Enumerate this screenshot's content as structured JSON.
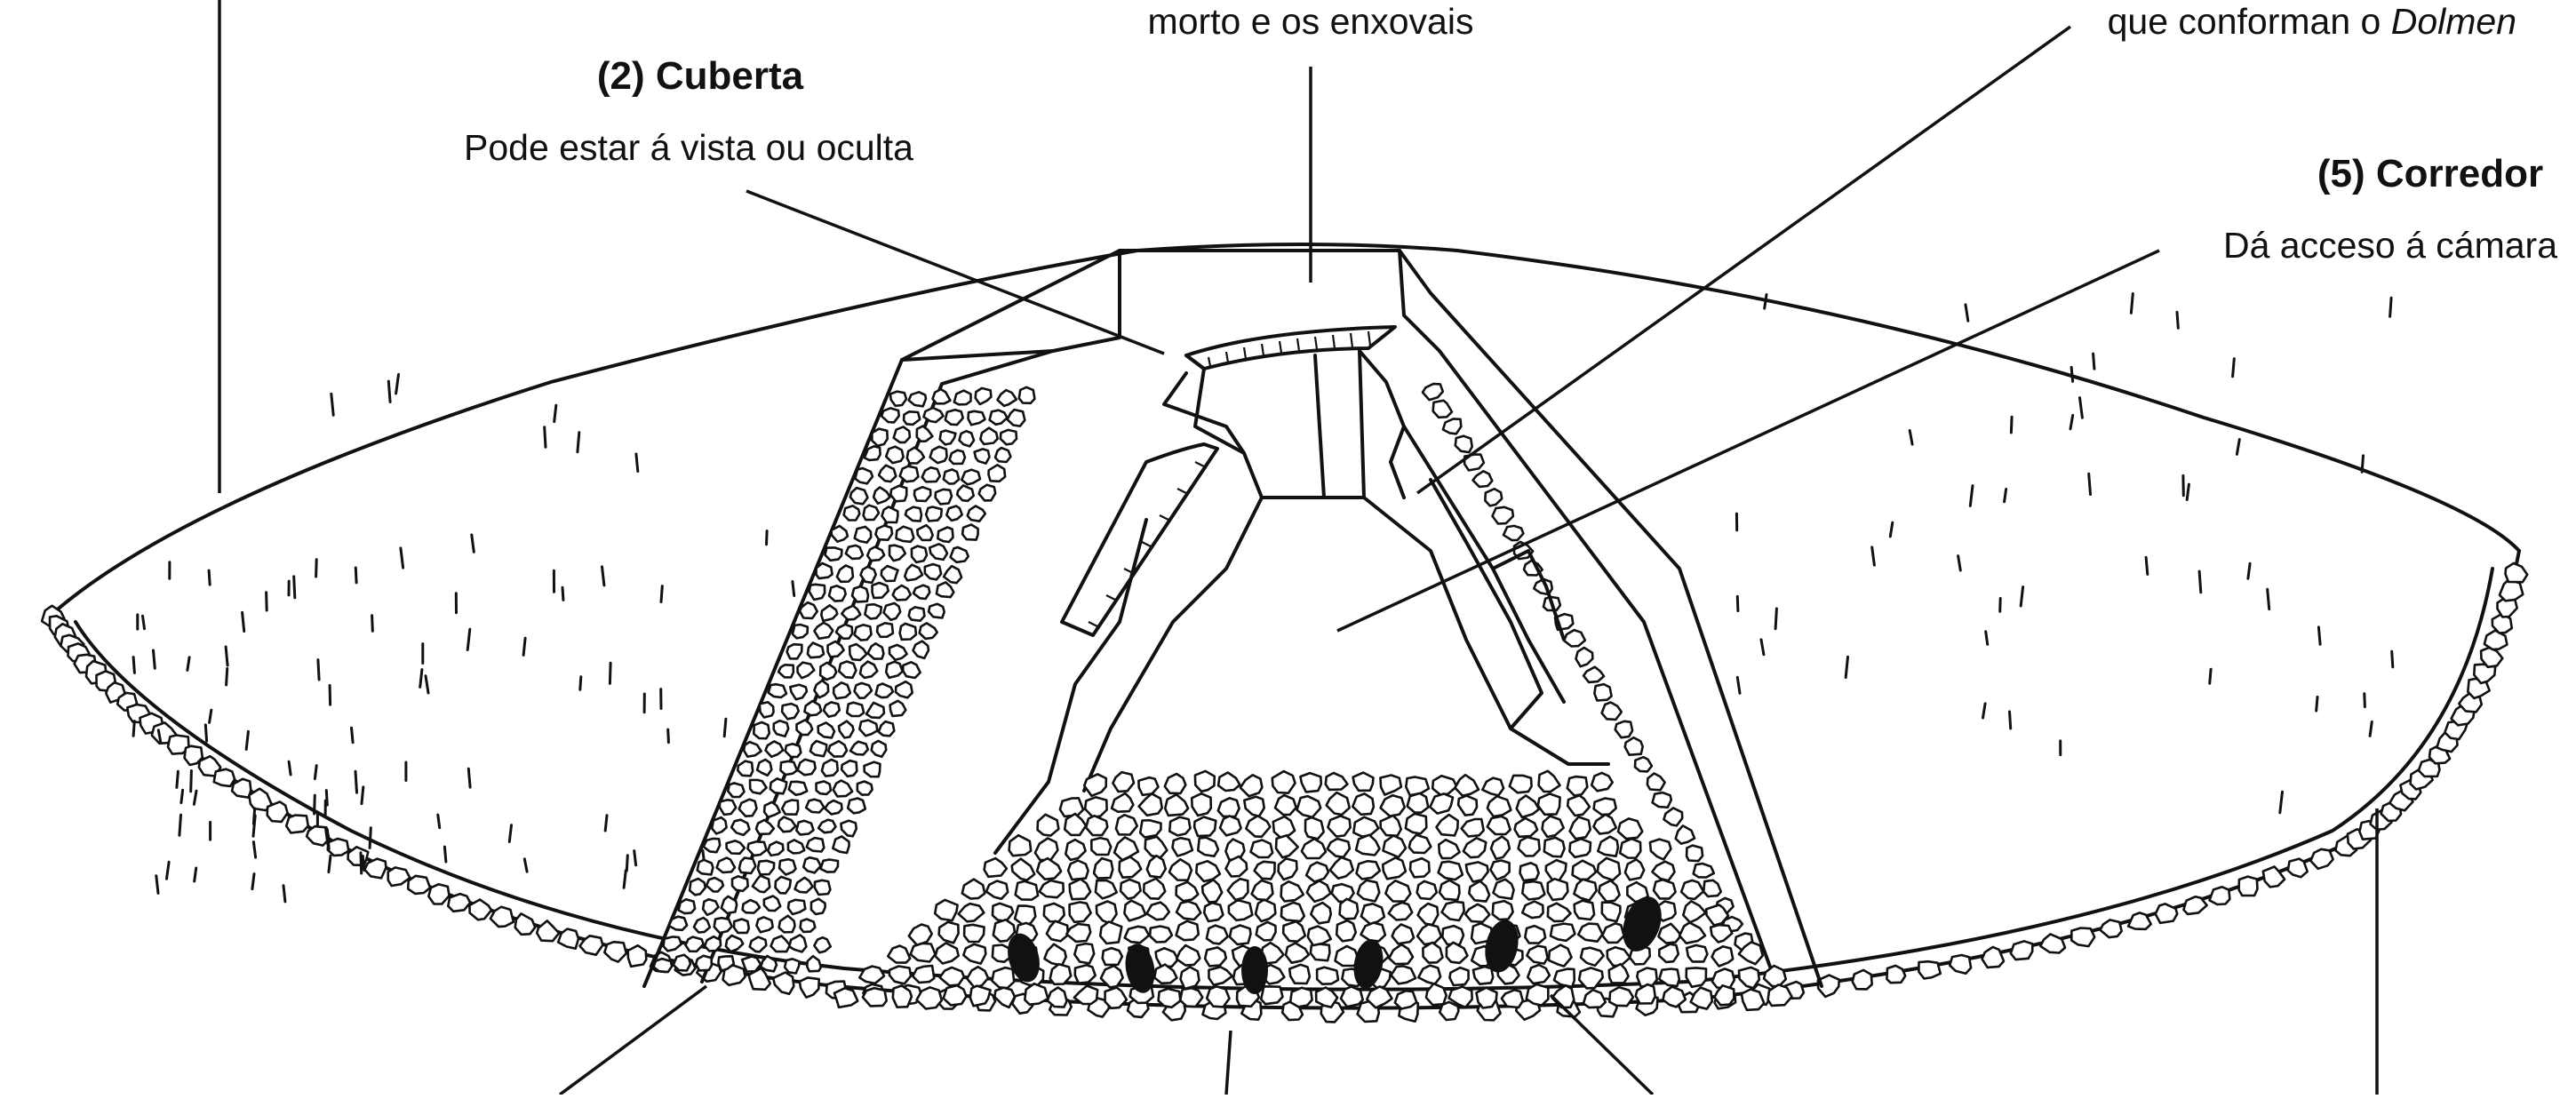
{
  "labels": {
    "cuberta_title": "(2) Cuberta",
    "cuberta_desc": "Pode estar á vista ou oculta",
    "corredor_title": "(5) Corredor",
    "corredor_desc": "Dá acceso á cámara",
    "camara_desc_partial": "morto e os enxovais",
    "dolmen_desc_prefix": "que conforman o ",
    "dolmen_desc_italic": "Dolmen"
  }
}
